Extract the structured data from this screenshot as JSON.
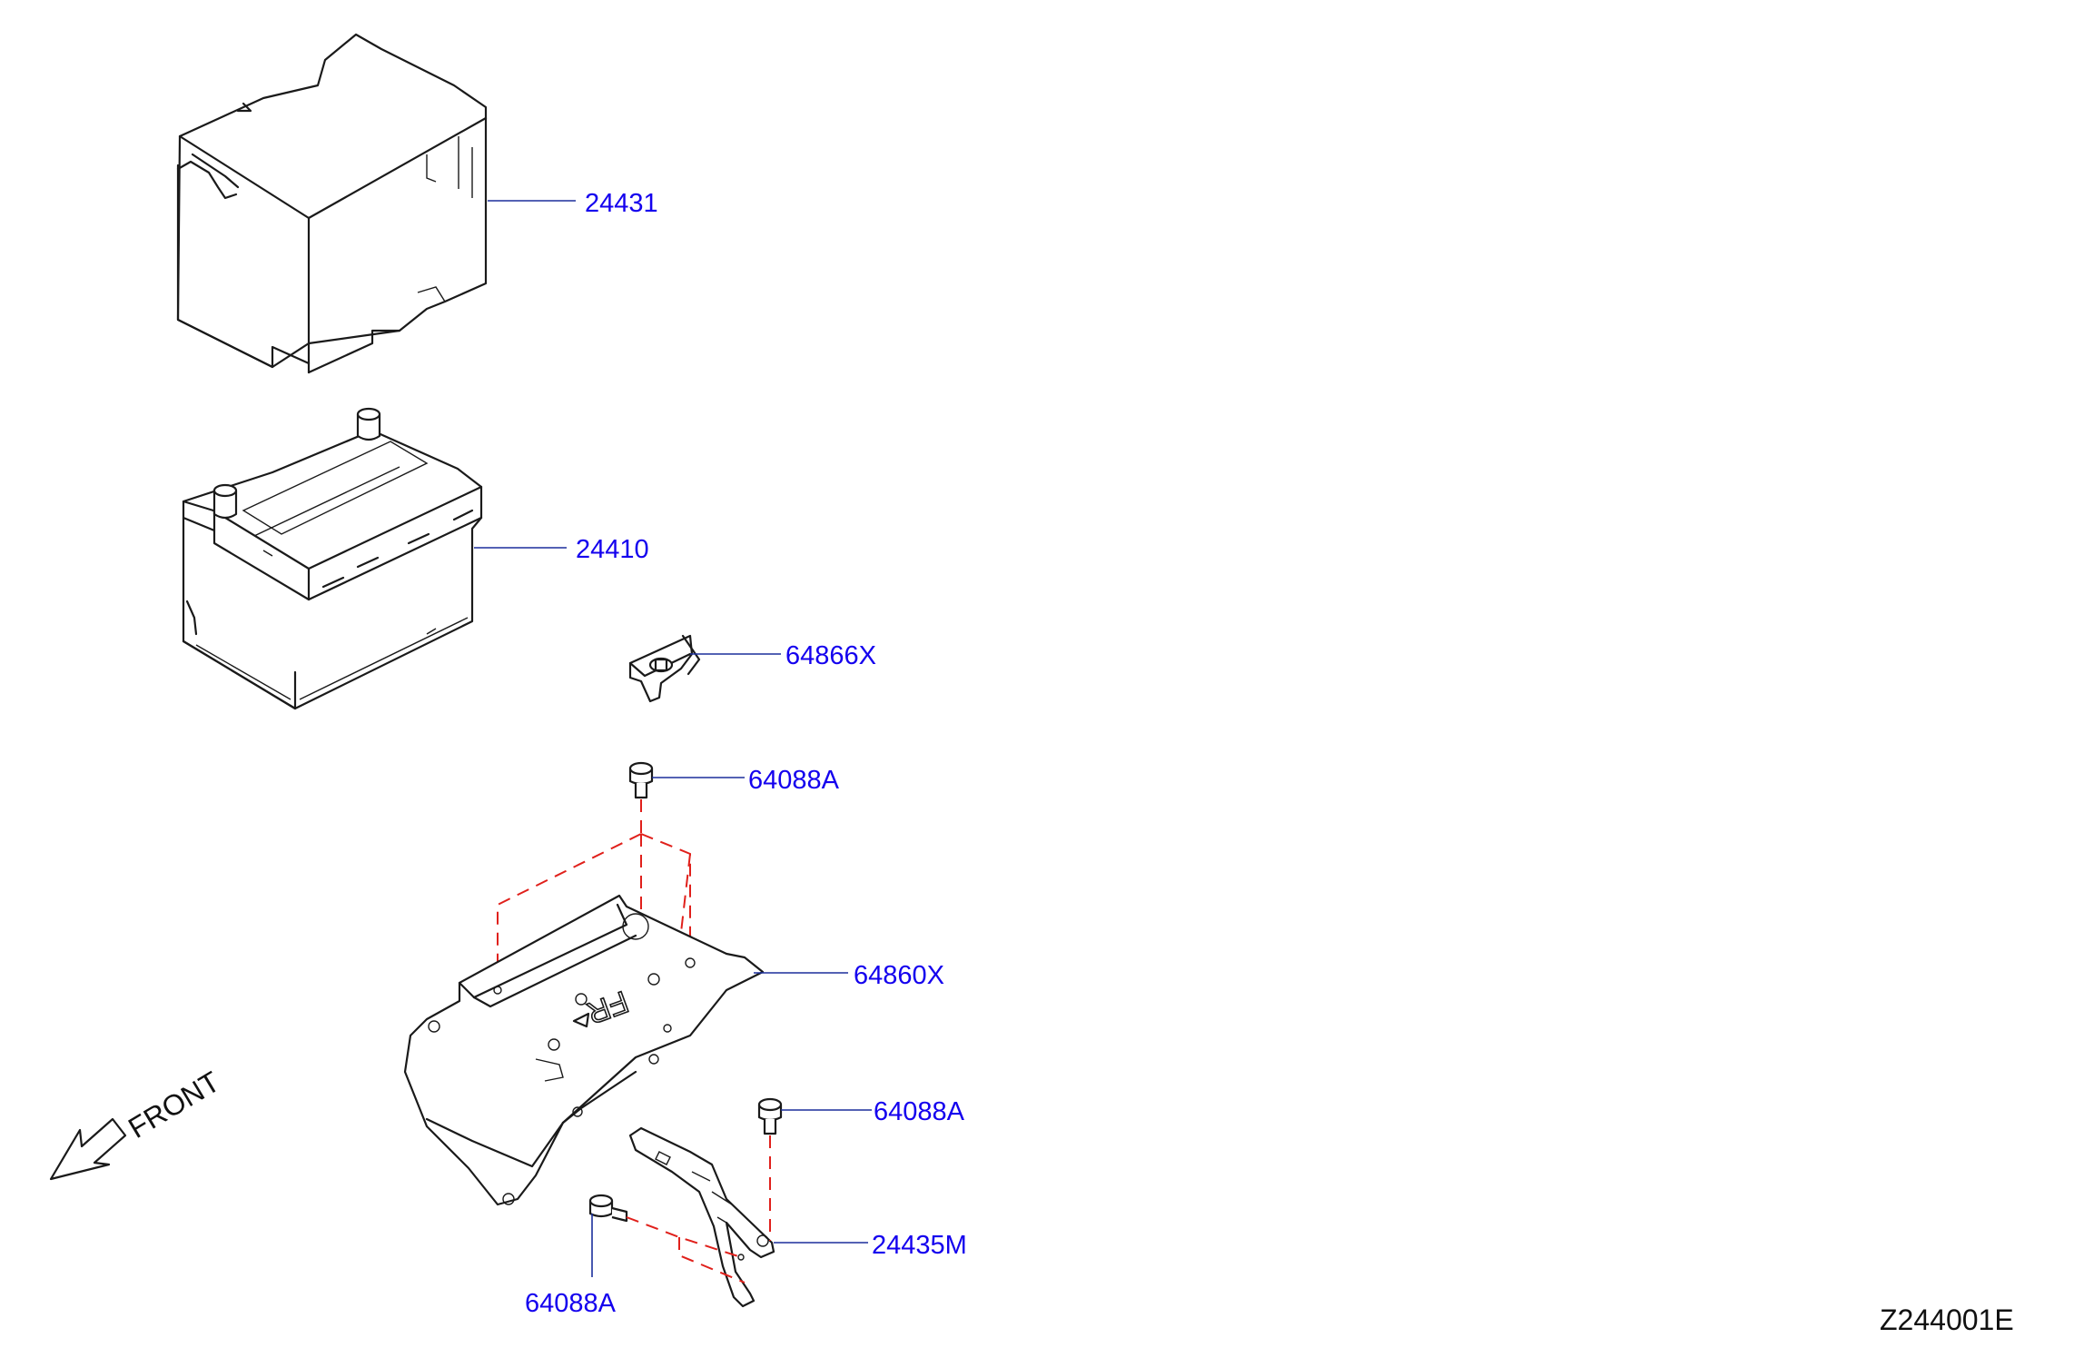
{
  "diagram": {
    "parts": [
      {
        "id": "cover",
        "label": "24431"
      },
      {
        "id": "battery",
        "label": "24410"
      },
      {
        "id": "clamp",
        "label": "64866X"
      },
      {
        "id": "bolt_top",
        "label": "64088A"
      },
      {
        "id": "tray",
        "label": "64860X"
      },
      {
        "id": "bolt_right",
        "label": "64088A"
      },
      {
        "id": "bracket",
        "label": "24435M"
      },
      {
        "id": "bolt_bottom",
        "label": "64088A"
      }
    ],
    "front_label": "FRONT",
    "tray_marking": "FR",
    "drawing_code": "Z244001E"
  }
}
